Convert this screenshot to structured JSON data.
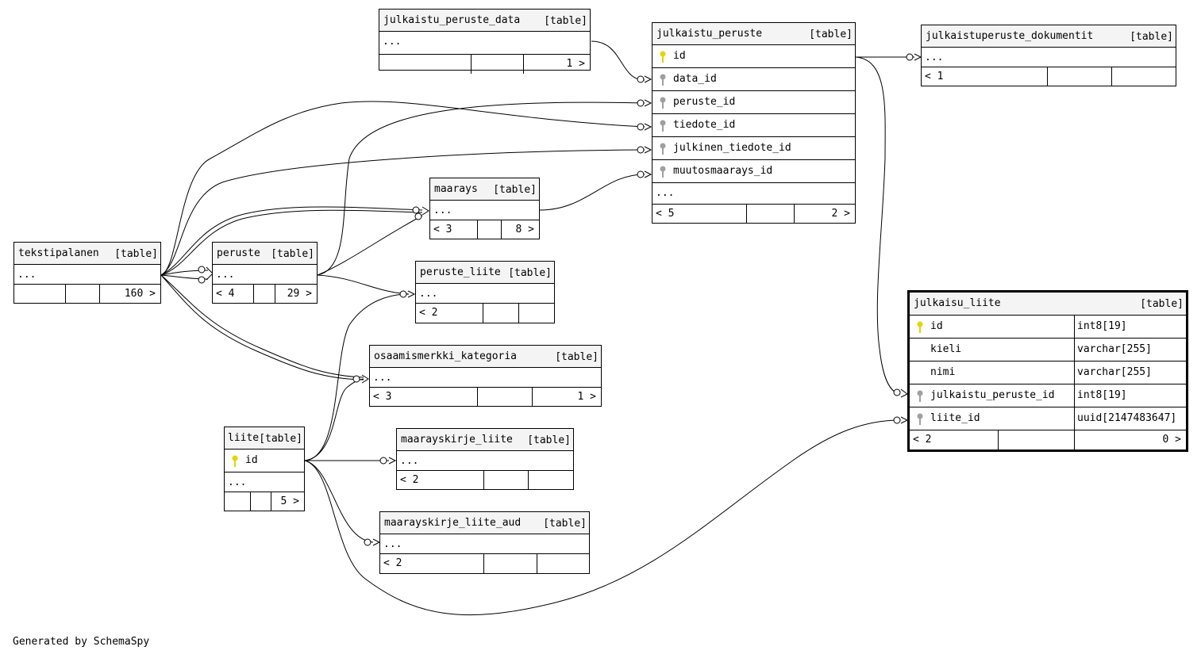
{
  "generated_by": "Generated by SchemaSpy",
  "table_type": "[table]",
  "ellipsis": "...",
  "tables": {
    "julkaistu_peruste_data": {
      "name": "julkaistu_peruste_data",
      "right": "1 >"
    },
    "julkaistu_peruste": {
      "name": "julkaistu_peruste",
      "columns": [
        "id",
        "data_id",
        "peruste_id",
        "tiedote_id",
        "julkinen_tiedote_id",
        "muutosmaarays_id"
      ],
      "left": "< 5",
      "right": "2 >"
    },
    "julkaistuperuste_dokumentit": {
      "name": "julkaistuperuste_dokumentit",
      "left": "< 1"
    },
    "maarays": {
      "name": "maarays",
      "left": "< 3",
      "right": "8 >"
    },
    "tekstipalanen": {
      "name": "tekstipalanen",
      "right": "160 >"
    },
    "peruste": {
      "name": "peruste",
      "left": "< 4",
      "right": "29 >"
    },
    "peruste_liite": {
      "name": "peruste_liite",
      "left": "< 2"
    },
    "osaamismerkki_kategoria": {
      "name": "osaamismerkki_kategoria",
      "left": "< 3",
      "right": "1 >"
    },
    "liite": {
      "name": "liite",
      "columns": [
        "id"
      ],
      "right": "5 >"
    },
    "maarayskirje_liite": {
      "name": "maarayskirje_liite",
      "left": "< 2"
    },
    "maarayskirje_liite_aud": {
      "name": "maarayskirje_liite_aud",
      "left": "< 2"
    },
    "julkaisu_liite": {
      "name": "julkaisu_liite",
      "columns": [
        {
          "name": "id",
          "type": "int8[19]"
        },
        {
          "name": "kieli",
          "type": "varchar[255]"
        },
        {
          "name": "nimi",
          "type": "varchar[255]"
        },
        {
          "name": "julkaistu_peruste_id",
          "type": "int8[19]"
        },
        {
          "name": "liite_id",
          "type": "uuid[2147483647]"
        }
      ],
      "left": "< 2",
      "right": "0 >"
    }
  },
  "colors": {
    "primary_key": "#e6d400",
    "foreign_key": "#a0a0a0",
    "header_bg": "#f4f4f4"
  }
}
